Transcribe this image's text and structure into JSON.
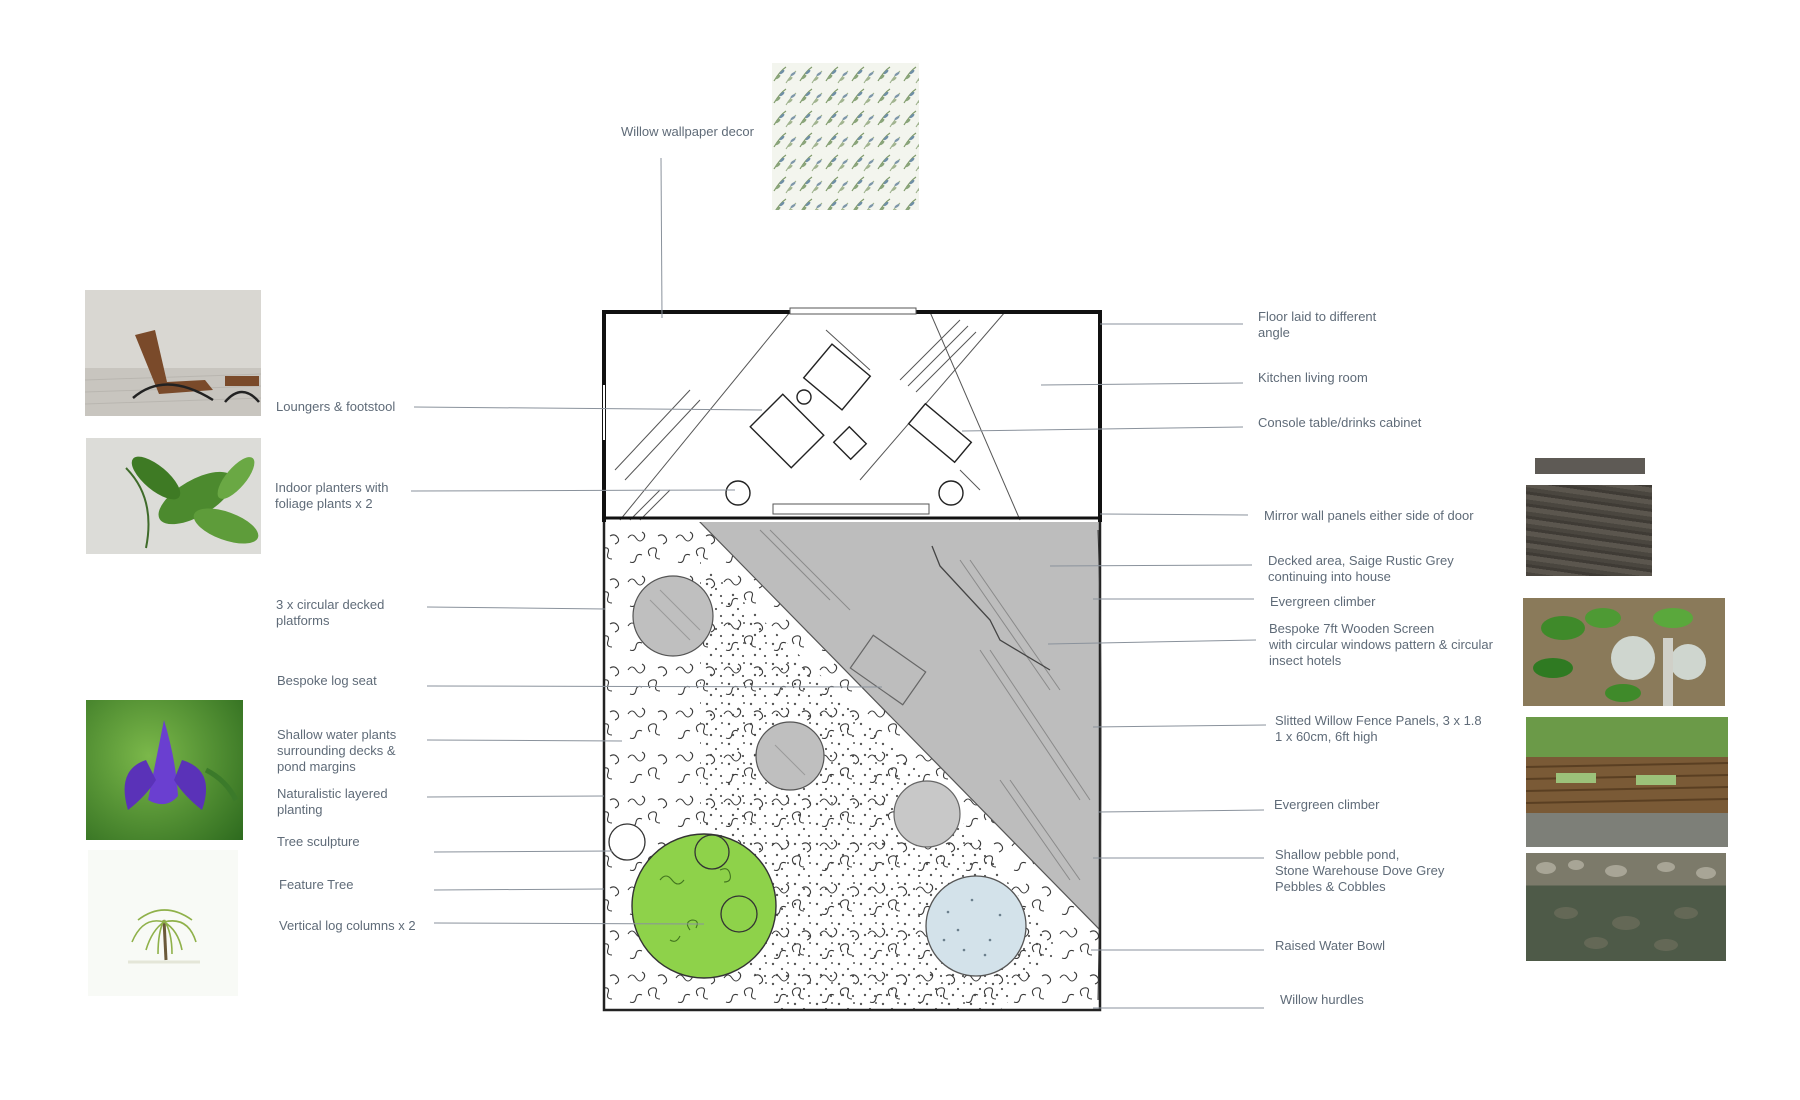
{
  "labels": {
    "willow_wallpaper": "Willow wallpaper decor",
    "loungers": "Loungers & footstool",
    "indoor_planters": "Indoor planters with\nfoliage plants x 2",
    "decked_platforms": "3 x circular decked\nplatforms",
    "log_seat": "Bespoke log seat",
    "water_plants": "Shallow water plants\nsurrounding decks &\npond margins",
    "layered_planting": "Naturalistic layered\nplanting",
    "tree_sculpture": "Tree sculpture",
    "feature_tree": "Feature Tree",
    "log_columns": "Vertical log columns x 2",
    "floor_angle": "Floor laid to different\nangle",
    "kitchen": "Kitchen living room",
    "console": "Console table/drinks cabinet",
    "mirror": "Mirror wall panels either side of door",
    "decked_area": "Decked area, Saige Rustic Grey\ncontinuing into house",
    "climber_1": "Evergreen climber",
    "wooden_screen": "Bespoke 7ft Wooden Screen\nwith circular windows pattern & circular\ninsect hotels",
    "fence_panels": "Slitted Willow Fence Panels, 3 x 1.8\n1 x 60cm, 6ft high",
    "climber_2": "Evergreen climber",
    "pebble_pond": "Shallow pebble pond,\nStone Warehouse Dove Grey\nPebbles & Cobbles",
    "water_bowl": "Raised Water Bowl",
    "hurdles": "Willow hurdles"
  },
  "colors": {
    "label_text": "#5f6b78",
    "leader_line": "#8a929c",
    "deck_grey": "#bdbdbd",
    "feature_tree_green": "#8ed24a",
    "water_bowl_blue": "#d3e2ea",
    "iris_purple": "#6a3fd0"
  },
  "icons": {
    "chair_photo": "barcelona-chair-photo",
    "plant_photo": "foliage-plant-photo",
    "iris_photo": "iris-flower-photo",
    "willow_tree": "weeping-willow-illustration",
    "wallpaper": "willow-leaf-pattern-swatch",
    "deck_sample": "grey-decking-sample",
    "screen_photo": "wooden-screen-photo",
    "fence_photo": "willow-fence-photo",
    "pond_photo": "pebble-pond-photo"
  }
}
